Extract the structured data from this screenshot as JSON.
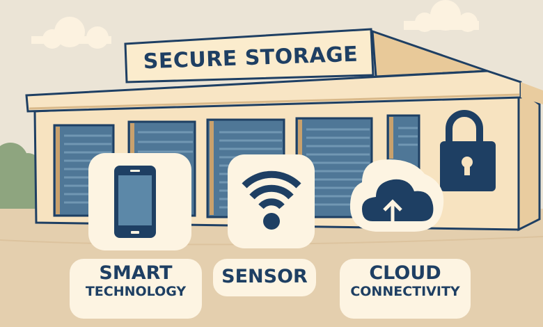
{
  "sign": {
    "title": "SECURE STORAGE"
  },
  "features": [
    {
      "icon": "smartphone-icon",
      "line1": "SMART",
      "line2": "TECHNOLOGY"
    },
    {
      "icon": "wifi-sensor-icon",
      "line1": "SENSOR",
      "line2": ""
    },
    {
      "icon": "cloud-upload-icon",
      "line1": "CLOUD",
      "line2": "CONNECTIVITY"
    }
  ],
  "colors": {
    "navy": "#1e3f63",
    "cream": "#fdf4e2",
    "sky": "#ebe4d6",
    "ground": "#e4cfae",
    "door": "#4f7797",
    "tree": "#8ea57f"
  }
}
